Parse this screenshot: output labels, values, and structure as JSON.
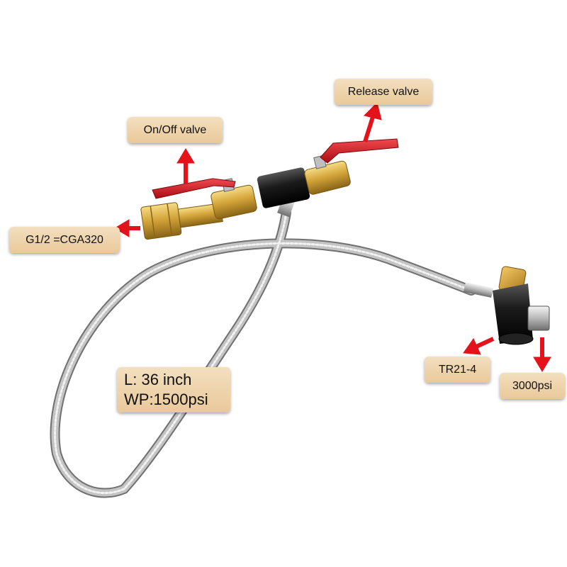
{
  "labels": {
    "release_valve": "Release valve",
    "on_off_valve": "On/Off valve",
    "inlet_thread": "G1/2 =CGA320",
    "outlet_thread": "TR21-4",
    "pressure_rating": "3000psi",
    "length": "L: 36 inch",
    "working_pressure": "WP:1500psi"
  },
  "colors": {
    "arrow": "#e4131b",
    "label_bg": "#ecd0a6",
    "brass": "#d4a53a",
    "handle": "#d8141d",
    "hose": "#9a9a9a",
    "connector_body": "#1b1b1b"
  }
}
